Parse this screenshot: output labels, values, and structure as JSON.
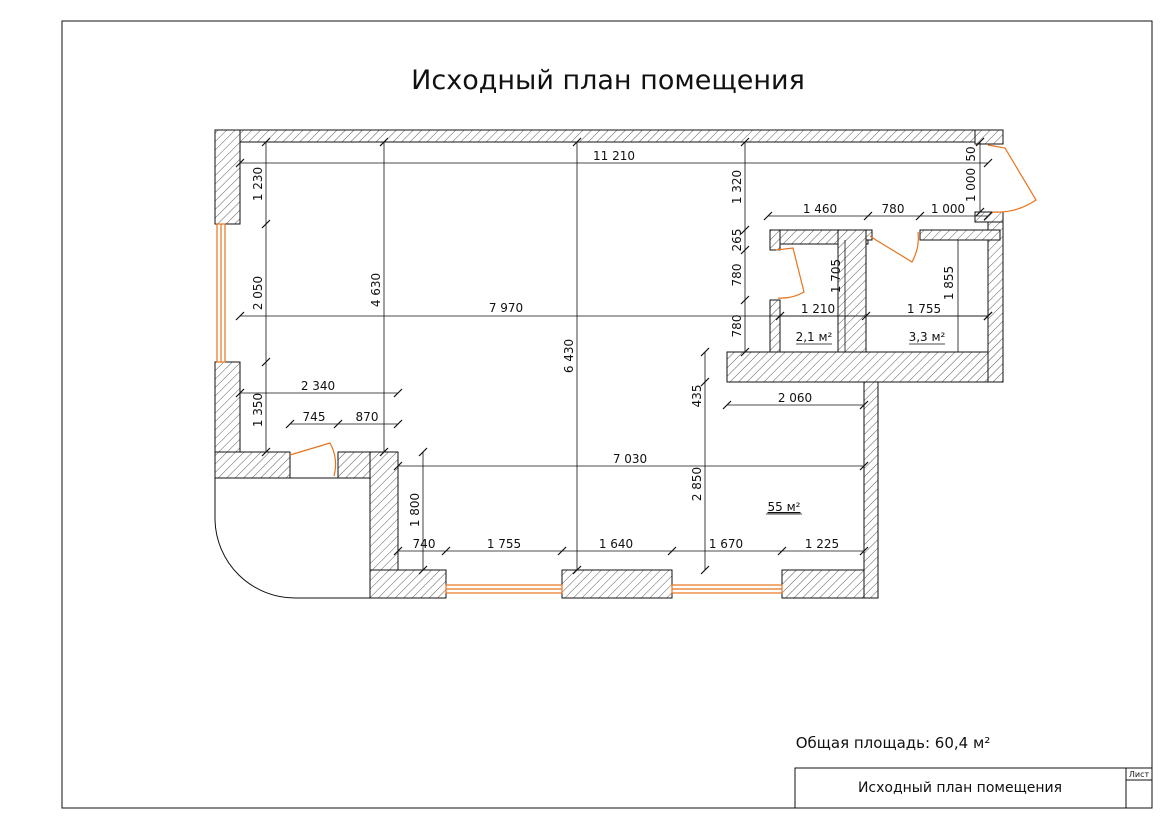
{
  "drawing": {
    "title": "Исходный план помещения",
    "total_area": "Общая площадь: 60,4 м²",
    "title_block": {
      "name": "Исходный план помещения",
      "sheet_label": "Лист"
    }
  },
  "rooms": {
    "main": "55 м²",
    "small_1": "2,1 м²",
    "small_2": "3,3 м²"
  },
  "dimensions": {
    "top_total": "11 210",
    "left_top": "1 230",
    "left_window": "2 050",
    "left_bottom": "1 350",
    "height_left": "4 630",
    "height_center": "6 430",
    "width_mid": "7 970",
    "entry_width": "2 340",
    "entry_wall": "745",
    "door_to_wall": "870",
    "bottom_inner": "7 030",
    "lower_height": "1 800",
    "b1": "740",
    "b2": "1 755",
    "b3": "1 640",
    "b4": "1 670",
    "b5": "1 225",
    "right_step": "2 850",
    "step_435": "435",
    "step_2060": "2 060",
    "top_1320": "1 320",
    "top_50": "50",
    "top_1000": "1 000",
    "s_1460": "1 460",
    "s_780a": "780",
    "s_1000": "1 000",
    "s_265": "265",
    "s_780b": "780",
    "s_780c": "780",
    "s_1705": "1 705",
    "s_1210": "1 210",
    "s_1755": "1 755",
    "s_1855": "1 855"
  }
}
